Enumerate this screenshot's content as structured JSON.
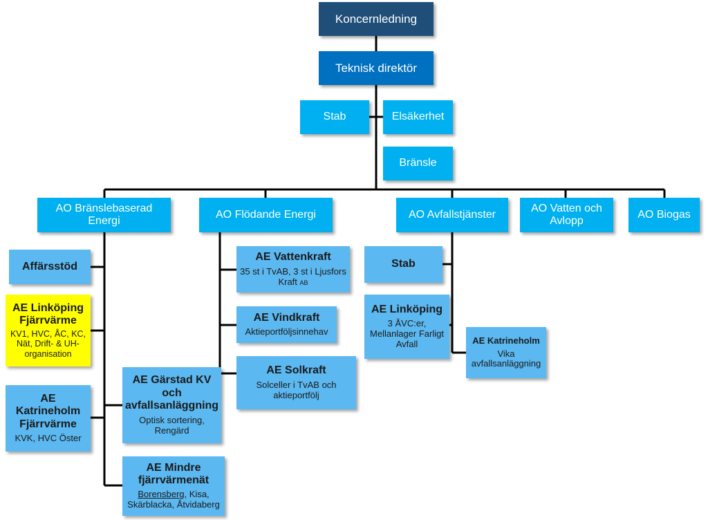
{
  "top": {
    "koncern": "Koncernledning",
    "teknisk": "Teknisk direktör"
  },
  "staff": {
    "stab": "Stab",
    "elsakerhet": "Elsäkerhet",
    "bransle": "Bränsle"
  },
  "areas": {
    "branslebaserad": "AO Bränslebaserad Energi",
    "flodande": "AO Flödande Energi",
    "avfall": "AO Avfallstjänster",
    "vatten": "AO Vatten och Avlopp",
    "biogas": "AO Biogas"
  },
  "branslebaserad_units": {
    "affarsstod": "Affärsstöd",
    "linkoping_fv": {
      "title": "AE Linköping Fjärrvärme",
      "desc": "KV1, HVC, ÅC, KC, Nät, Drift- & UH-organisation"
    },
    "katrineholm_fv": {
      "title": "AE Katrineholm Fjärrvärme",
      "desc": "KVK, HVC Öster"
    },
    "garstad": {
      "title": "AE Gärstad KV och avfallsanläggning",
      "desc": "Optisk sortering, Rengärd"
    },
    "mindre": {
      "title": "AE Mindre fjärrvärmenät",
      "desc_a": "Borensberg",
      "desc_b": ", Kisa, Skärblacka, Åtvidaberg"
    }
  },
  "flodande_units": {
    "vattenkraft": {
      "title": "AE Vattenkraft",
      "desc": "35 st i TvAB, 3 st i Ljusfors Kraft",
      "desc_small": "AB"
    },
    "vindkraft": {
      "title": "AE Vindkraft",
      "desc": "Aktieportföljsinnehav"
    },
    "solkraft": {
      "title": "AE Solkraft",
      "desc": "Solceller i TvAB och aktieportfölj"
    }
  },
  "avfall_units": {
    "stab": "Stab",
    "linkoping": {
      "title": "AE Linköping",
      "desc": "3 ÅVC:er, Mellanlager Farligt Avfall"
    },
    "katrineholm": {
      "title": "AE Katrineholm",
      "desc": "Vika avfallsanläggning"
    }
  },
  "colors": {
    "dark": "#1f4e79",
    "mid": "#0070c0",
    "light": "#00b0f0",
    "sub": "#5cb8f0",
    "highlight": "#ffff00",
    "line": "#000000"
  }
}
